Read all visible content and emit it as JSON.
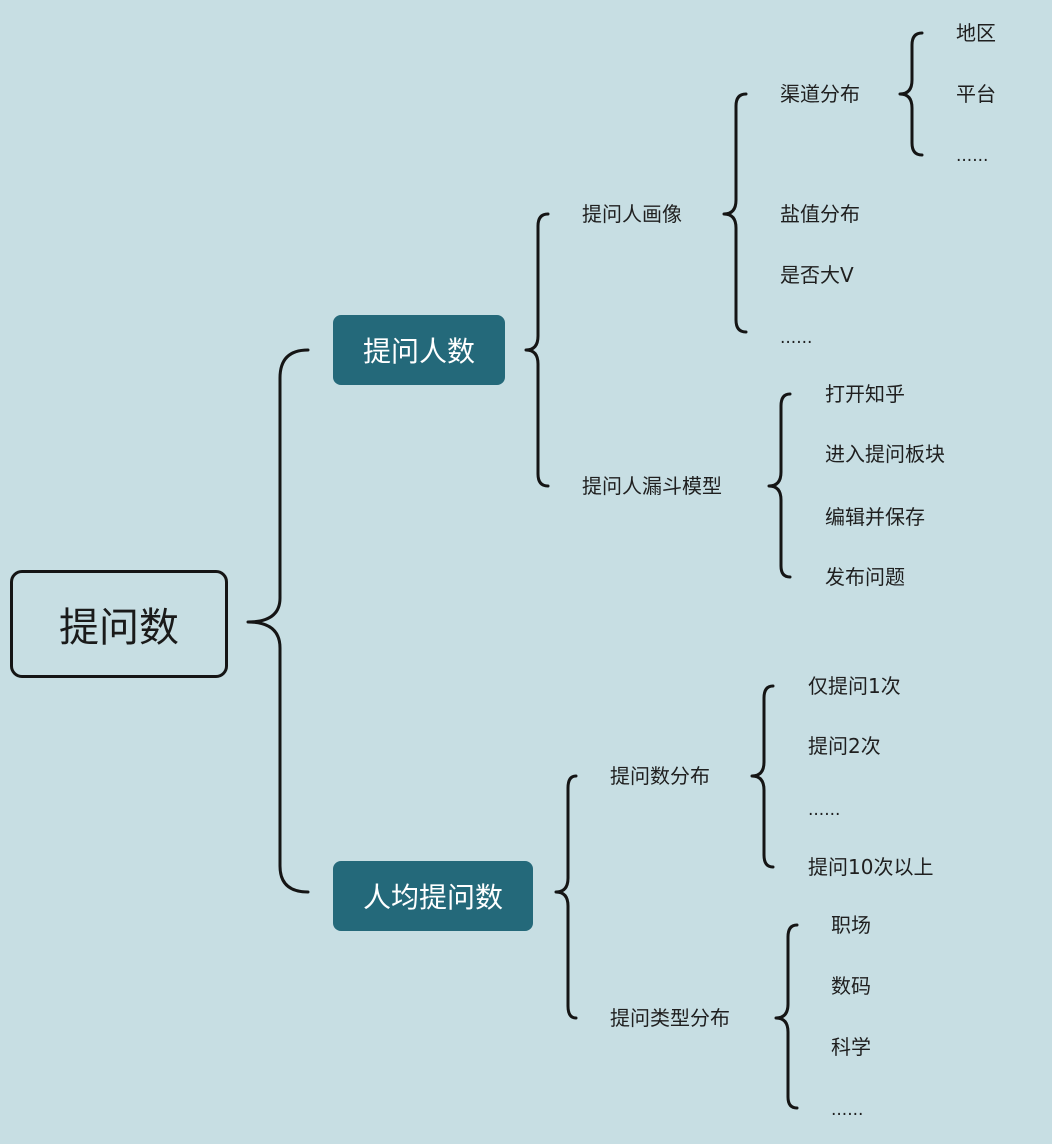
{
  "root": {
    "label": "提问数"
  },
  "branches": [
    {
      "label": "提问人数",
      "children": [
        {
          "label": "提问人画像",
          "children": [
            {
              "label": "渠道分布",
              "children": [
                "地区",
                "平台",
                "......"
              ]
            },
            {
              "label": "盐值分布"
            },
            {
              "label": "是否大V"
            },
            {
              "label": "......"
            }
          ]
        },
        {
          "label": "提问人漏斗模型",
          "children": [
            "打开知乎",
            "进入提问板块",
            "编辑并保存",
            "发布问题"
          ]
        }
      ]
    },
    {
      "label": "人均提问数",
      "children": [
        {
          "label": "提问数分布",
          "children": [
            "仅提问1次",
            "提问2次",
            "......",
            "提问10次以上"
          ]
        },
        {
          "label": "提问类型分布",
          "children": [
            "职场",
            "数码",
            "科学",
            "......"
          ]
        }
      ]
    }
  ],
  "colors": {
    "background": "#c7dee3",
    "branch_box": "#24697a",
    "branch_text": "#ffffff",
    "line": "#151515"
  }
}
